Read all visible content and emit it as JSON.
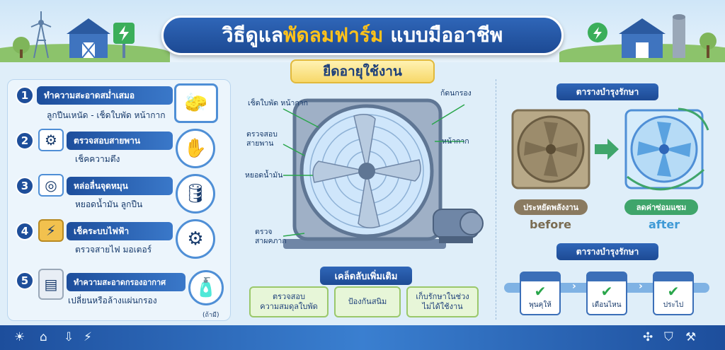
{
  "title": {
    "part1": "วิธีดูแล",
    "highlight": "พัดลมฟาร์ม",
    "part2": "แบบมืออาชีพ"
  },
  "subtitle": "ยืดอายุใช้งาน",
  "steps": [
    {
      "num": "1",
      "label": "ทำความสะอาดสม่ำเสมอ",
      "desc": "ลูกปีนเหนัด - เช็ดใบพัด หน้ากาก",
      "icon": "cleaning-icon"
    },
    {
      "num": "2",
      "label": "ตรวจสอบสายพาน",
      "desc": "เช็คความตึง",
      "icon": "belt-icon"
    },
    {
      "num": "3",
      "label": "หล่อลื่นจุดหมุน",
      "desc": "หยอดน้ำมัน ลูกปืน",
      "icon": "oil-icon"
    },
    {
      "num": "4",
      "label": "เช็คระบบไฟฟ้า",
      "desc": "ตรวจสายไฟ มอเตอร์",
      "icon": "multimeter-icon"
    },
    {
      "num": "5",
      "label": "ทำความสะอาดกรองอากาศ",
      "desc": "เปลี่ยนหรือล้างแผ่นกรอง",
      "icon": "filter-icon"
    }
  ],
  "filter_note": "(ถ้ามี)",
  "fan_callouts": {
    "blade": "เช็ดใบพัด หน้ากาก",
    "belt": "ตรวจสอบ\nสายพาน",
    "oil": "หยอดน้ำมัน",
    "wire": "ตรวจ\nสาผคภาก",
    "filter": "ก้ดนกรอง",
    "mask": "หน้ากาก"
  },
  "tips": {
    "title": "เคล็ดลับเพิ่มเติม",
    "items": [
      "ตรวจสอบ\nความสมดุลใบพัด",
      "ป้องกันสนิม",
      "เก็บรักษาในช่วง\nไม่ได้ใช้งาน"
    ]
  },
  "maintenance": {
    "header": "ตารางบำรุงรักษา",
    "before_badge": "ประหยัดพลังงาน",
    "after_badge": "ลดค่าซ่อมแซม",
    "before": "before",
    "after": "after"
  },
  "schedule": {
    "header": "ตารางบำรุงรักษา",
    "items": [
      "พุนคุให้",
      "เดือนไหน",
      "ประไป"
    ]
  },
  "colors": {
    "primary": "#1d4e9c",
    "accent": "#ffc21a",
    "green": "#2aa64b",
    "before": "#8a7a60",
    "after": "#3fa56b"
  },
  "footer_icons": [
    "sun-icon",
    "barn-icon",
    "download-icon",
    "power-icon",
    "fan-icon",
    "shield-icon",
    "tools-icon"
  ]
}
